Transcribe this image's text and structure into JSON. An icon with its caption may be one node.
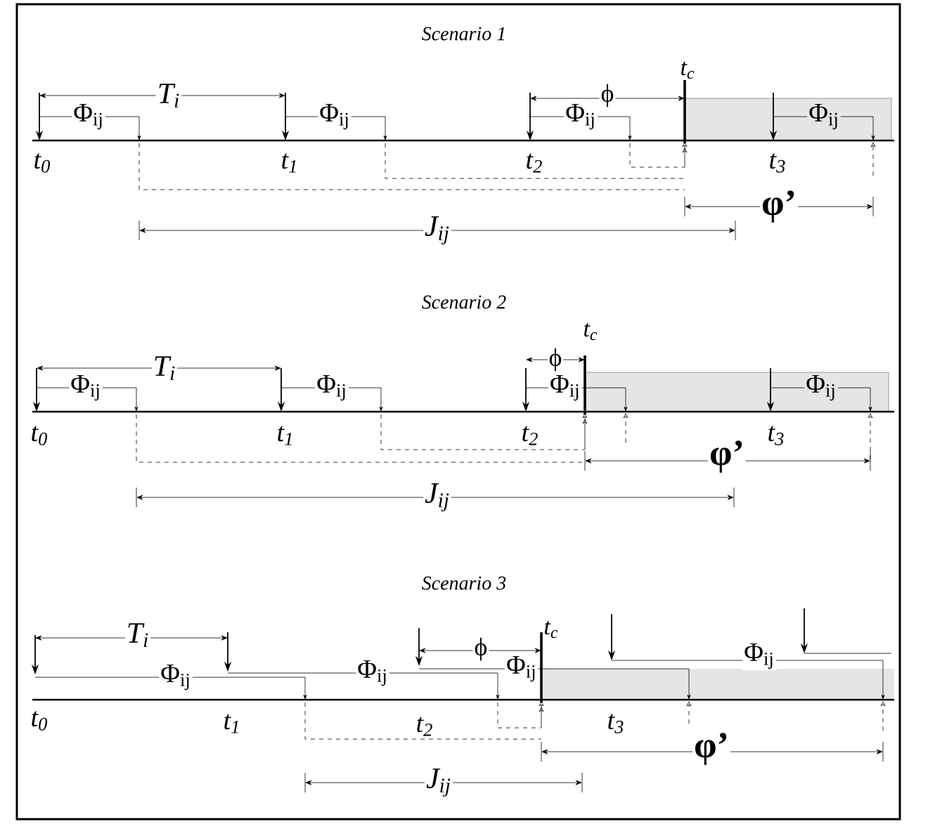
{
  "diagram": {
    "labels": [
      "Scenario 1",
      "t$_{c}$",
      "T$_{i}$",
      "ϕ",
      "Φ$_{ij}$",
      "Φ$_{ij}$",
      "Φ$_{ij}$",
      "Φ$_{ij}$",
      "t$_{0}$",
      "t$_{1}$",
      "t$_{2}$",
      "t$_{3}$",
      "φ’",
      "J$_{ij}$",
      "Scenario 2",
      "t$_{c}$",
      "T$_{i}$",
      "ϕ",
      "Φ$_{ij}$",
      "Φ$_{ij}$",
      "Φ$_{ij}$",
      "Φ$_{ij}$",
      "t$_{0}$",
      "t$_{1}$",
      "t$_{2}$",
      "t$_{3}$",
      "φ’",
      "J$_{ij}$",
      "Scenario 3",
      "t$_{c}$",
      "T$_{i}$",
      "ϕ",
      "Φ$_{ij}$",
      "Φ$_{ij}$",
      "Φ$_{ij}$",
      "Φ$_{ij}$",
      "t$_{0}$",
      "t$_{1}$",
      "t$_{2}$",
      "t$_{3}$",
      "φ’",
      "J$_{ij}$"
    ]
  }
}
